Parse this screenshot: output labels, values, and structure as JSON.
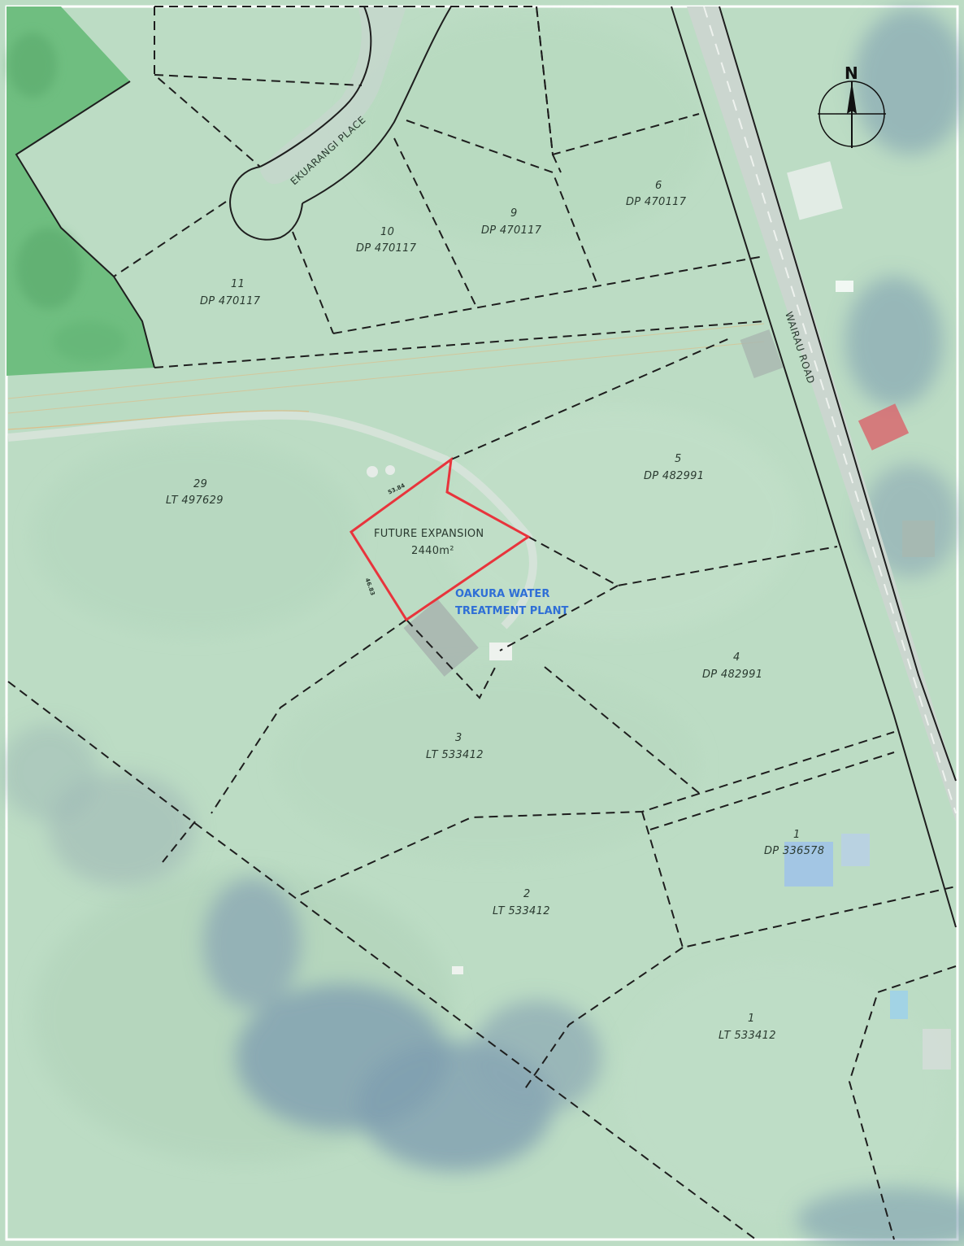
{
  "map": {
    "colors": {
      "pasture": "#bcdcc4",
      "pasture_dark": "#a9d0b4",
      "bush": "#6fbe80",
      "trees": "#7f9fb0",
      "road": "#c9d2cc",
      "expansion_outline": "#e8343c",
      "plant_label": "#2f6fd6"
    },
    "north_arrow": {
      "label": "N",
      "icon": "north-arrow-icon"
    },
    "roads": [
      {
        "id": "road-ekuarangi",
        "label": "EKUARANGI PLACE"
      },
      {
        "id": "road-wairau",
        "label": "WAIRAU ROAD"
      }
    ],
    "parcels": [
      {
        "id": "parcel-6",
        "lot": "6",
        "plan": "DP 470117"
      },
      {
        "id": "parcel-9-dp",
        "lot": "9",
        "plan": "DP 470117"
      },
      {
        "id": "parcel-10",
        "lot": "10",
        "plan": "DP 470117"
      },
      {
        "id": "parcel-11",
        "lot": "11",
        "plan": "DP 470117"
      },
      {
        "id": "parcel-29",
        "lot": "29",
        "plan": "LT 497629"
      },
      {
        "id": "parcel-5",
        "lot": "5",
        "plan": "DP 482991"
      },
      {
        "id": "parcel-4",
        "lot": "4",
        "plan": "DP 482991"
      },
      {
        "id": "parcel-3-lt",
        "lot": "3",
        "plan": "LT 533412"
      },
      {
        "id": "parcel-1-dp",
        "lot": "1",
        "plan": "DP 336578"
      },
      {
        "id": "parcel-2-lt",
        "lot": "2",
        "plan": "LT 533412"
      },
      {
        "id": "parcel-1-lt",
        "lot": "1",
        "plan": "LT 533412"
      }
    ],
    "expansion": {
      "title": "FUTURE EXPANSION",
      "area": "2440m²",
      "dim_top": "53.84",
      "dim_left": "46.83"
    },
    "plant": {
      "line1": "OAKURA WATER",
      "line2": "TREATMENT PLANT"
    }
  }
}
